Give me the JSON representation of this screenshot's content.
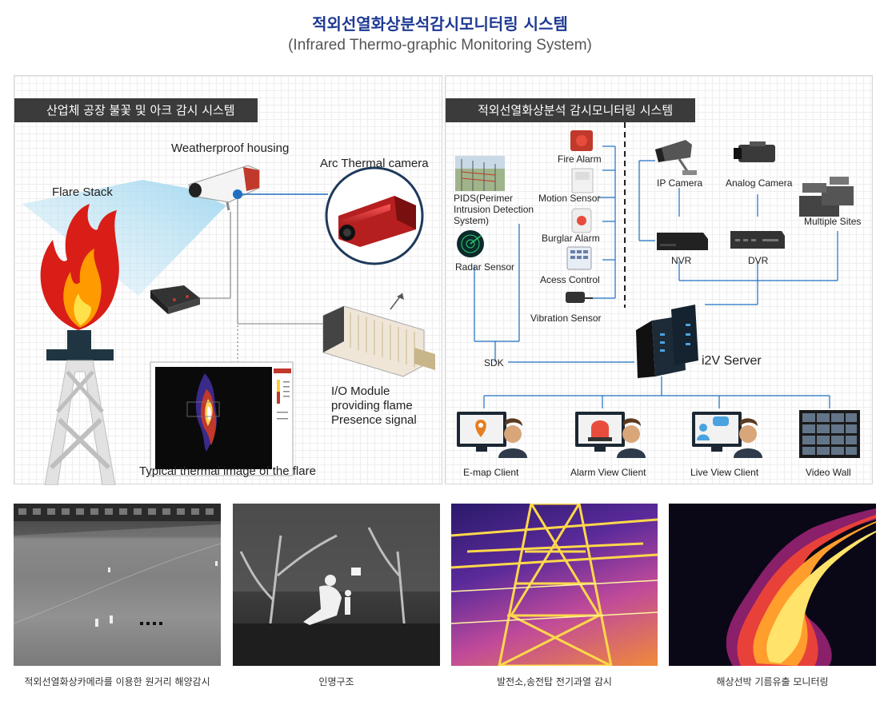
{
  "header": {
    "title": "적외선열화상분석감시모니터링 시스템",
    "subtitle": "(Infrared Thermo-graphic Monitoring System)"
  },
  "left_panel": {
    "title": "산업체 공장 불꽃 및 아크 감시 시스템",
    "labels": {
      "housing": "Weatherproof housing",
      "camera": "Arc Thermal camera",
      "flare": "Flare Stack",
      "io1": "I/O Module",
      "io2": "providing flame",
      "io3": "Presence signal",
      "thermal": "Typical thermal image of the flare"
    }
  },
  "right_panel": {
    "title": "적외선열화상분석 감시모니터링 시스템",
    "sensors": {
      "fire": "Fire Alarm",
      "motion": "Motion Sensor",
      "burglar": "Burglar Alarm",
      "access": "Acess Control",
      "vibration": "Vibration Sensor",
      "pids1": "PIDS(Perimer",
      "pids2": "Intrusion Detection",
      "pids3": "System)",
      "radar": "Radar Sensor",
      "sdk": "SDK"
    },
    "cameras": {
      "ip": "IP Camera",
      "analog": "Analog Camera",
      "sites": "Multiple Sites",
      "nvr": "NVR",
      "dvr": "DVR"
    },
    "server": "i2V Server",
    "clients": {
      "emap": "E-map Client",
      "alarm": "Alarm View Client",
      "live": "Live View Client",
      "wall": "Video Wall"
    }
  },
  "gallery": [
    {
      "caption": "적외선열화상카메라를 이용한 원거리 해양감시"
    },
    {
      "caption": "인명구조"
    },
    {
      "caption": "발전소,송전탑 전기과열 감시"
    },
    {
      "caption": "해상선박 기름유출 모니터링"
    }
  ],
  "colors": {
    "title": "#1f3a93",
    "panel_title_bg": "#3b3b3b",
    "line": "#1e6fc0"
  }
}
